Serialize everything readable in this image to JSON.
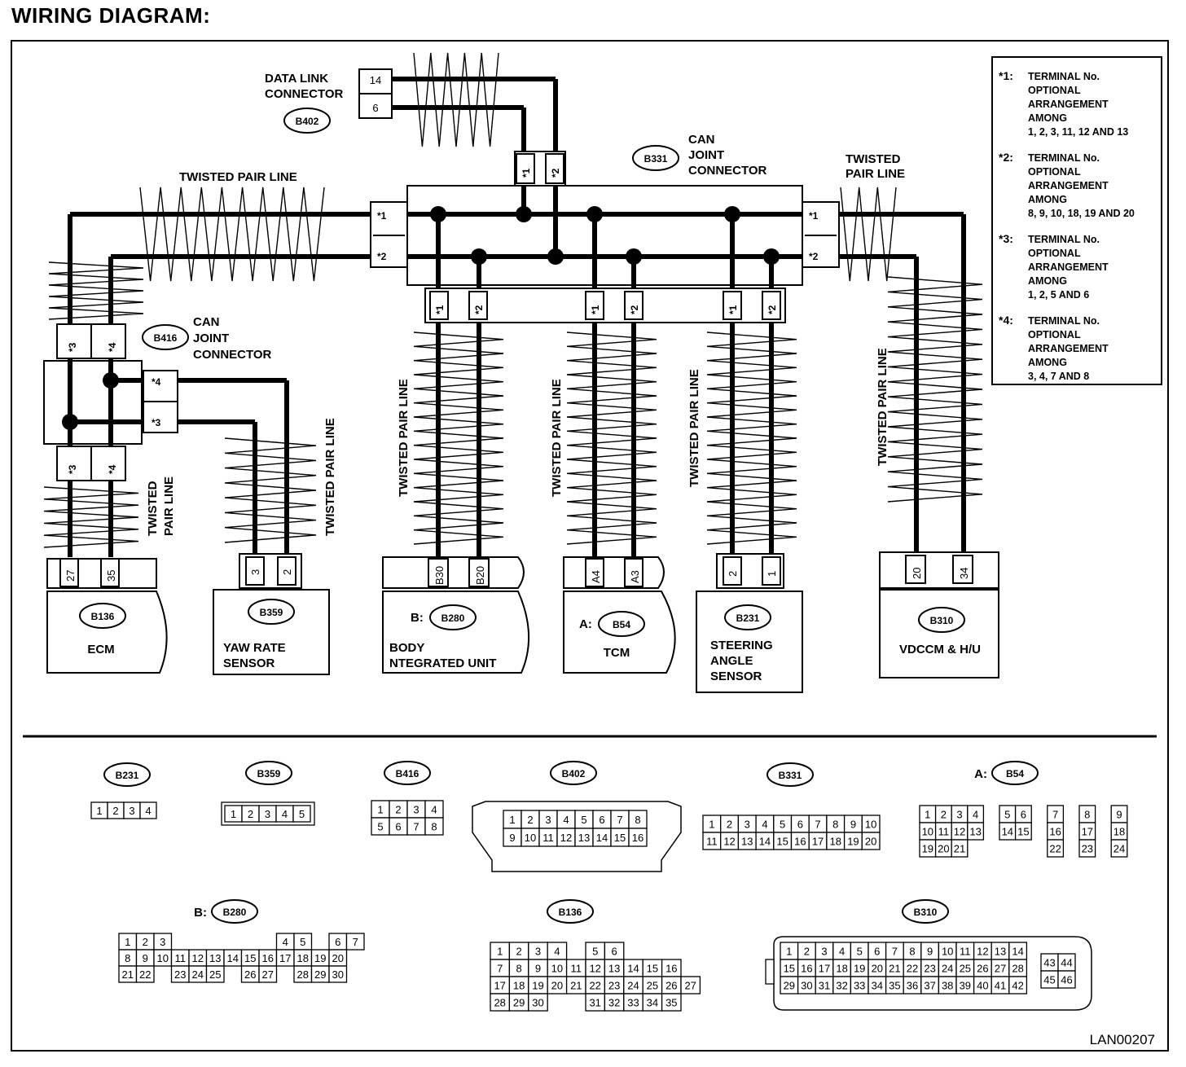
{
  "title": "WIRING DIAGRAM:",
  "figure_code": "LAN00207",
  "twisted_pair_line": "TWISTED PAIR LINE",
  "twisted": "TWISTED",
  "pair_line": "PAIR LINE",
  "data_link": {
    "line1": "DATA LINK",
    "line2": "CONNECTOR",
    "code": "B402",
    "pin_top": "14",
    "pin_bottom": "6"
  },
  "b331": {
    "code": "B331",
    "line1": "CAN",
    "line2": "JOINT",
    "line3": "CONNECTOR"
  },
  "b416": {
    "code": "B416",
    "line1": "CAN",
    "line2": "JOINT",
    "line3": "CONNECTOR"
  },
  "marks": {
    "m1": "*1",
    "m2": "*2",
    "m3": "*3",
    "m4": "*4"
  },
  "legend": [
    {
      "mark": "*1:",
      "lines": [
        "TERMINAL No.",
        "OPTIONAL",
        "ARRANGEMENT",
        "AMONG",
        "1, 2, 3, 11, 12 AND 13"
      ]
    },
    {
      "mark": "*2:",
      "lines": [
        "TERMINAL No.",
        "OPTIONAL",
        "ARRANGEMENT",
        "AMONG",
        "8, 9, 10, 18, 19 AND 20"
      ]
    },
    {
      "mark": "*3:",
      "lines": [
        "TERMINAL No.",
        "OPTIONAL",
        "ARRANGEMENT",
        "AMONG",
        "1, 2, 5 AND 6"
      ]
    },
    {
      "mark": "*4:",
      "lines": [
        "TERMINAL No.",
        "OPTIONAL",
        "ARRANGEMENT",
        "AMONG",
        "3, 4, 7 AND 8"
      ]
    }
  ],
  "modules": {
    "ecm": {
      "code": "B136",
      "name": "ECM",
      "pins": [
        "27",
        "35"
      ]
    },
    "yaw": {
      "code": "B359",
      "name1": "YAW RATE",
      "name2": "SENSOR",
      "pins": [
        "3",
        "2"
      ]
    },
    "body": {
      "prefix": "B:",
      "code": "B280",
      "name1": "BODY",
      "name2": "NTEGRATED UNIT",
      "pins": [
        "B30",
        "B20"
      ]
    },
    "tcm": {
      "prefix": "A:",
      "code": "B54",
      "name": "TCM",
      "pins": [
        "A4",
        "A3"
      ]
    },
    "steer": {
      "code": "B231",
      "name1": "STEERING",
      "name2": "ANGLE",
      "name3": "SENSOR",
      "pins": [
        "2",
        "1"
      ]
    },
    "vdc": {
      "code": "B310",
      "name": "VDCCM & H/U",
      "pins": [
        "20",
        "34"
      ]
    }
  },
  "connector_views": {
    "b231": {
      "code": "B231",
      "rows": [
        [
          "1",
          "2",
          "3",
          "4"
        ]
      ]
    },
    "b359": {
      "code": "B359",
      "rows": [
        [
          "1",
          "2",
          "3",
          "4",
          "5"
        ]
      ]
    },
    "b416": {
      "code": "B416",
      "rows": [
        [
          "1",
          "2",
          "3",
          "4"
        ],
        [
          "5",
          "6",
          "7",
          "8"
        ]
      ]
    },
    "b402": {
      "code": "B402",
      "rows": [
        [
          "1",
          "2",
          "3",
          "4",
          "5",
          "6",
          "7",
          "8"
        ],
        [
          "9",
          "10",
          "11",
          "12",
          "13",
          "14",
          "15",
          "16"
        ]
      ]
    },
    "b331": {
      "code": "B331",
      "rows": [
        [
          "1",
          "",
          "2",
          "3",
          "4",
          "5",
          "6",
          "7",
          "8",
          "9",
          "10"
        ],
        [
          "11",
          "12",
          "13",
          "14",
          "15",
          "16",
          "17",
          "18",
          "19",
          "20"
        ]
      ]
    },
    "b54": {
      "prefix": "A:",
      "code": "B54",
      "rows": [
        [
          "1",
          "2",
          "3",
          "4",
          "",
          "5",
          "6",
          "",
          "7",
          "",
          "8",
          "",
          "9"
        ],
        [
          "10",
          "11",
          "12",
          "13",
          "",
          "14",
          "15",
          "",
          "16",
          "",
          "17",
          "",
          "18"
        ],
        [
          "19",
          "20",
          "21",
          "",
          "",
          "",
          "",
          "",
          "22",
          "",
          "23",
          "",
          "24"
        ]
      ]
    },
    "b280": {
      "prefix": "B:",
      "code": "B280",
      "rows": [
        [
          "1",
          "2",
          "3",
          "",
          "",
          "",
          "",
          "",
          "",
          "4",
          "5",
          "",
          "6",
          "7"
        ],
        [
          "8",
          "9",
          "10",
          "11",
          "12",
          "13",
          "14",
          "15",
          "16",
          "17",
          "18",
          "19",
          "20"
        ],
        [
          "21",
          "22",
          "",
          "23",
          "24",
          "25",
          "",
          "26",
          "27",
          "",
          "28",
          "29",
          "30"
        ]
      ]
    },
    "b136": {
      "code": "B136",
      "rows": [
        [
          "1",
          "2",
          "3",
          "4",
          "",
          "5",
          "6"
        ],
        [
          "7",
          "8",
          "9",
          "10",
          "11",
          "12",
          "13",
          "14",
          "15",
          "16"
        ],
        [
          "17",
          "18",
          "19",
          "20",
          "21",
          "22",
          "23",
          "24",
          "25",
          "26",
          "27"
        ],
        [
          "28",
          "29",
          "30",
          "",
          "",
          "31",
          "32",
          "33",
          "34",
          "35"
        ]
      ]
    },
    "b310": {
      "code": "B310",
      "rows": [
        [
          "1",
          "2",
          "3",
          "4",
          "5",
          "6",
          "7",
          "8",
          "9",
          "10",
          "11",
          "12",
          "13",
          "14"
        ],
        [
          "15",
          "16",
          "17",
          "18",
          "19",
          "20",
          "21",
          "22",
          "23",
          "24",
          "25",
          "26",
          "27",
          "28"
        ],
        [
          "29",
          "30",
          "31",
          "32",
          "33",
          "34",
          "35",
          "36",
          "37",
          "38",
          "39",
          "40",
          "41",
          "42"
        ],
        [
          "43",
          "44",
          "45",
          "46"
        ]
      ]
    }
  }
}
